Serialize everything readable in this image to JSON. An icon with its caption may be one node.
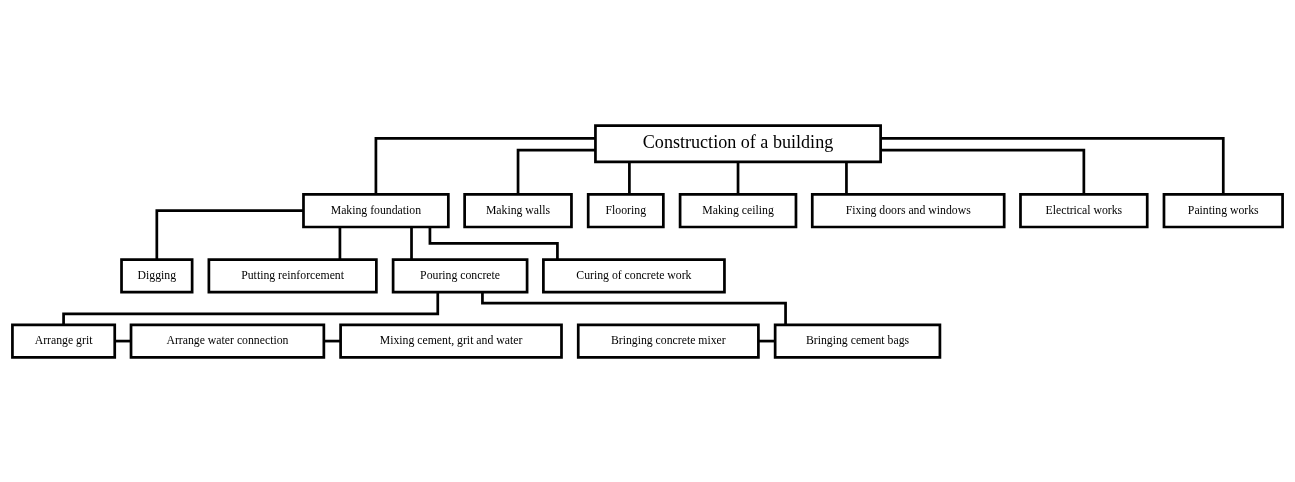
{
  "diagram": {
    "nodes": [
      {
        "text": [
          "Construction of a building"
        ]
      },
      {
        "text": [
          "Making foundation"
        ]
      },
      {
        "text": [
          "Making walls"
        ]
      },
      {
        "text": [
          "Flooring"
        ]
      },
      {
        "text": [
          "Making ceiling"
        ]
      },
      {
        "text": [
          "Fixing doors and windows"
        ]
      },
      {
        "text": [
          "Electrical works"
        ]
      },
      {
        "text": [
          "Painting works"
        ]
      },
      {
        "text": [
          "Digging"
        ]
      },
      {
        "text": [
          "Putting reinforcement"
        ]
      },
      {
        "text": [
          "Pouring concrete"
        ]
      },
      {
        "text": [
          "Curing of concrete work"
        ]
      },
      {
        "text": [
          "Bringing concrete mixer"
        ]
      },
      {
        "text": [
          "Bringing cement bags"
        ]
      },
      {
        "text": [
          "Arrange grit"
        ]
      },
      {
        "text": [
          "Arrange water connection"
        ]
      },
      {
        "text": [
          "Mixing cement, grit and water"
        ]
      }
    ],
    "edges": [
      {
        "from": 0,
        "to": 1,
        "arrow": "none"
      },
      {
        "from": 0,
        "to": 2,
        "arrow": "none"
      },
      {
        "from": 0,
        "to": 3,
        "arrow": "none"
      },
      {
        "from": 0,
        "to": 4,
        "arrow": "none"
      },
      {
        "from": 0,
        "to": 5,
        "arrow": "none"
      },
      {
        "from": 0,
        "to": 6,
        "arrow": "none"
      },
      {
        "from": 0,
        "to": 7,
        "arrow": "none"
      },
      {
        "from": 1,
        "to": 8,
        "arrow": "none"
      },
      {
        "from": 1,
        "to": 9,
        "arrow": "none"
      },
      {
        "from": 1,
        "to": 10,
        "arrow": "none"
      },
      {
        "from": 1,
        "to": 11,
        "arrow": "none"
      },
      {
        "from": 12,
        "to": 13,
        "arrow": "none"
      },
      {
        "from": 10,
        "to": 13,
        "arrow": "none"
      },
      {
        "from": 10,
        "to": 14,
        "arrow": "none"
      },
      {
        "from": 14,
        "to": 15,
        "arrow": "none"
      },
      {
        "from": 15,
        "to": 16,
        "arrow": "none"
      }
    ]
  }
}
